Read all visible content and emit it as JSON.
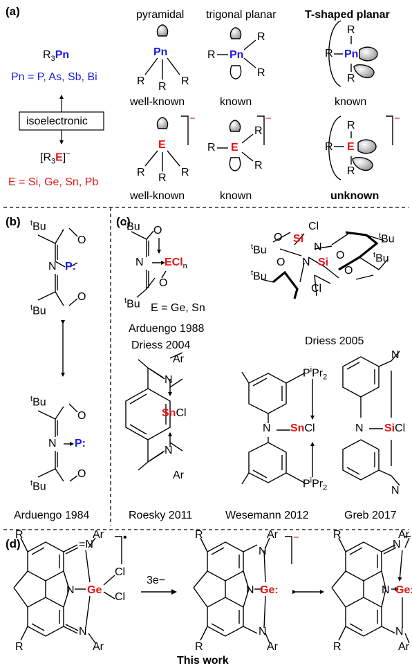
{
  "panels": {
    "a": "(a)",
    "b": "(b)",
    "c": "(c)",
    "d": "(d)"
  },
  "panel_a": {
    "r3pn_formula": "R3Pn",
    "pn_list": "Pn = P, As, Sb, Bi",
    "isoelectronic": "isoelectronic",
    "r3e_formula": "[R3E]−",
    "e_list": "E = Si, Ge, Sn, Pb",
    "geometries": [
      "pyramidal",
      "trigonal planar",
      "T-shaped planar"
    ],
    "status_pn": [
      "well-known",
      "known",
      "known"
    ],
    "status_e": [
      "well-known",
      "known",
      "unknown"
    ],
    "pn_symbol": "Pn",
    "e_symbol": "E",
    "r": "R"
  },
  "panel_b": {
    "tbu": "tBu",
    "p": "P",
    "o": "O",
    "n": "N",
    "citation": "Arduengo 1984"
  },
  "panel_c": {
    "arduengo_species": "E = Ge, Sn",
    "ecl": "ECln",
    "citations": [
      "Arduengo 1988",
      "Driess 2004",
      "Driess 2005",
      "Roesky 2011",
      "Wesemann 2012",
      "Greb 2017"
    ],
    "si": "Si",
    "sn": "Sn",
    "cl": "Cl",
    "ar": "Ar",
    "pipr2": "PiPr2"
  },
  "panel_d": {
    "reagent": "3e−",
    "ge": "Ge",
    "cl": "Cl",
    "ar": "Ar",
    "r": "R",
    "caption": "This work"
  },
  "colors": {
    "blue": "#1a1ae6",
    "red": "#e01414",
    "black": "#000000"
  }
}
